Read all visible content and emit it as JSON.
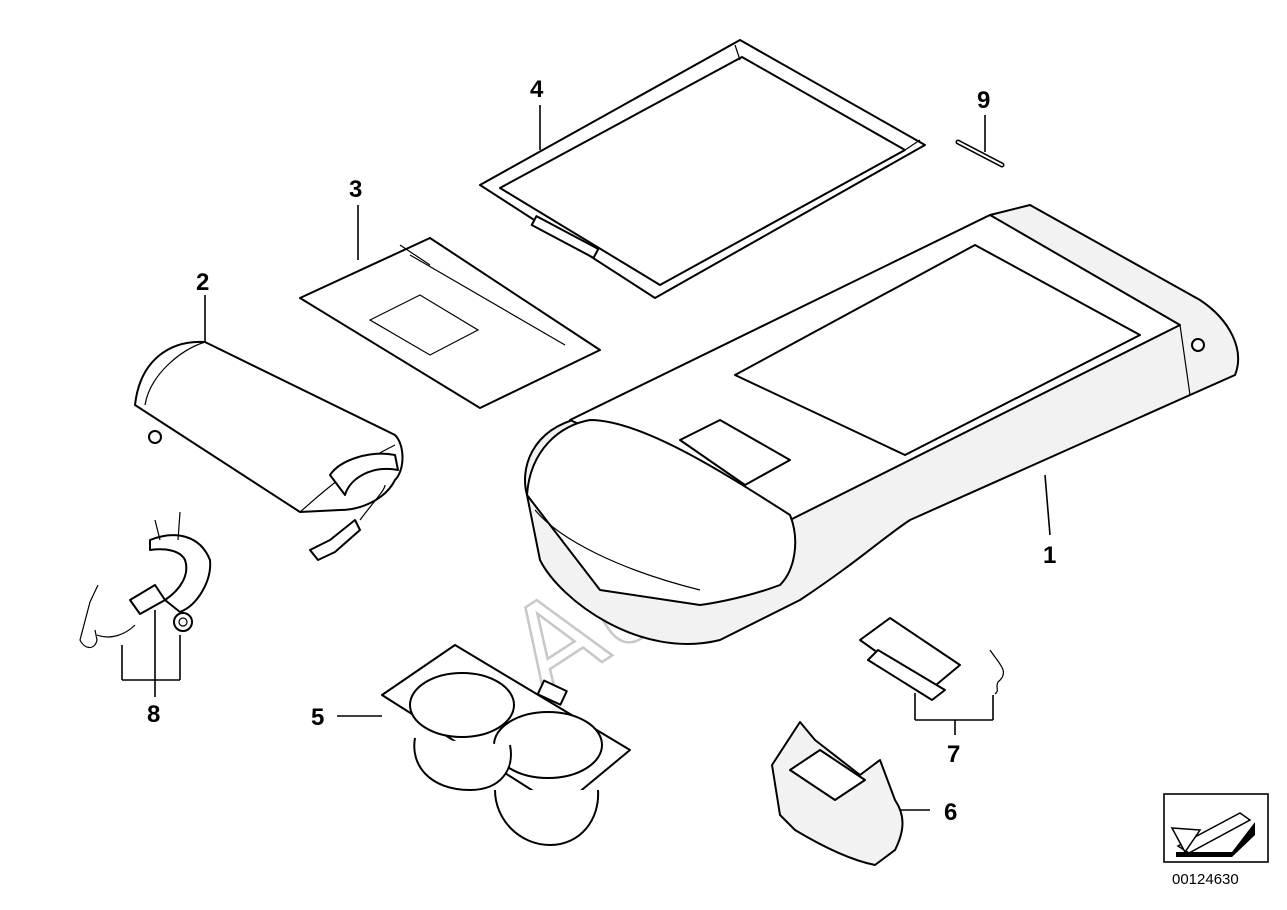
{
  "watermark": "AutoSoft",
  "diagram_id": "00124630",
  "callouts": [
    {
      "id": "1",
      "label": "1"
    },
    {
      "id": "2",
      "label": "2"
    },
    {
      "id": "3",
      "label": "3"
    },
    {
      "id": "4",
      "label": "4"
    },
    {
      "id": "5",
      "label": "5"
    },
    {
      "id": "6",
      "label": "6"
    },
    {
      "id": "7",
      "label": "7"
    },
    {
      "id": "8",
      "label": "8"
    },
    {
      "id": "9",
      "label": "9"
    }
  ],
  "icons": {
    "orientation": "direction-arrow-icon"
  }
}
